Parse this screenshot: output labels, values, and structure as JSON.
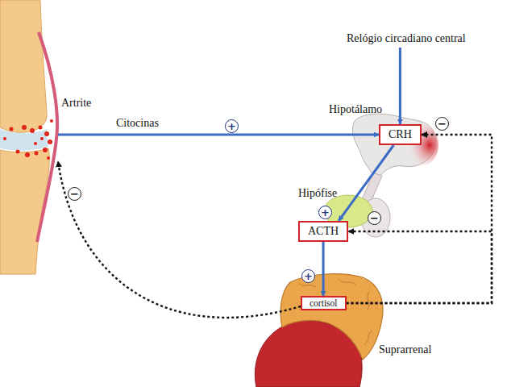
{
  "diagram": {
    "nodes": [
      {
        "text": [
          "Relógio circadiano central"
        ]
      },
      {
        "text": [
          "Artrite"
        ]
      },
      {
        "text": [
          "CRH"
        ]
      },
      {
        "text": [
          "ACTH"
        ]
      },
      {
        "text": [
          "cortisol"
        ]
      }
    ],
    "edges": [
      {
        "from": 0,
        "to": 2,
        "arrow": "to"
      },
      {
        "from": 1,
        "to": 2,
        "label": "Citocinas",
        "arrow": "to"
      },
      {
        "from": 2,
        "to": 3,
        "arrow": "to"
      },
      {
        "from": 3,
        "to": 4,
        "arrow": "to"
      },
      {
        "from": 4,
        "to": 2,
        "arrow": "to"
      },
      {
        "from": 4,
        "to": 3,
        "arrow": "to"
      },
      {
        "from": 4,
        "to": 1,
        "arrow": "to"
      }
    ],
    "labels": [
      "Hipotálamo",
      "Hipófise",
      "Suprarrenal",
      "+",
      "+",
      "+",
      "−",
      "−",
      "−"
    ]
  }
}
